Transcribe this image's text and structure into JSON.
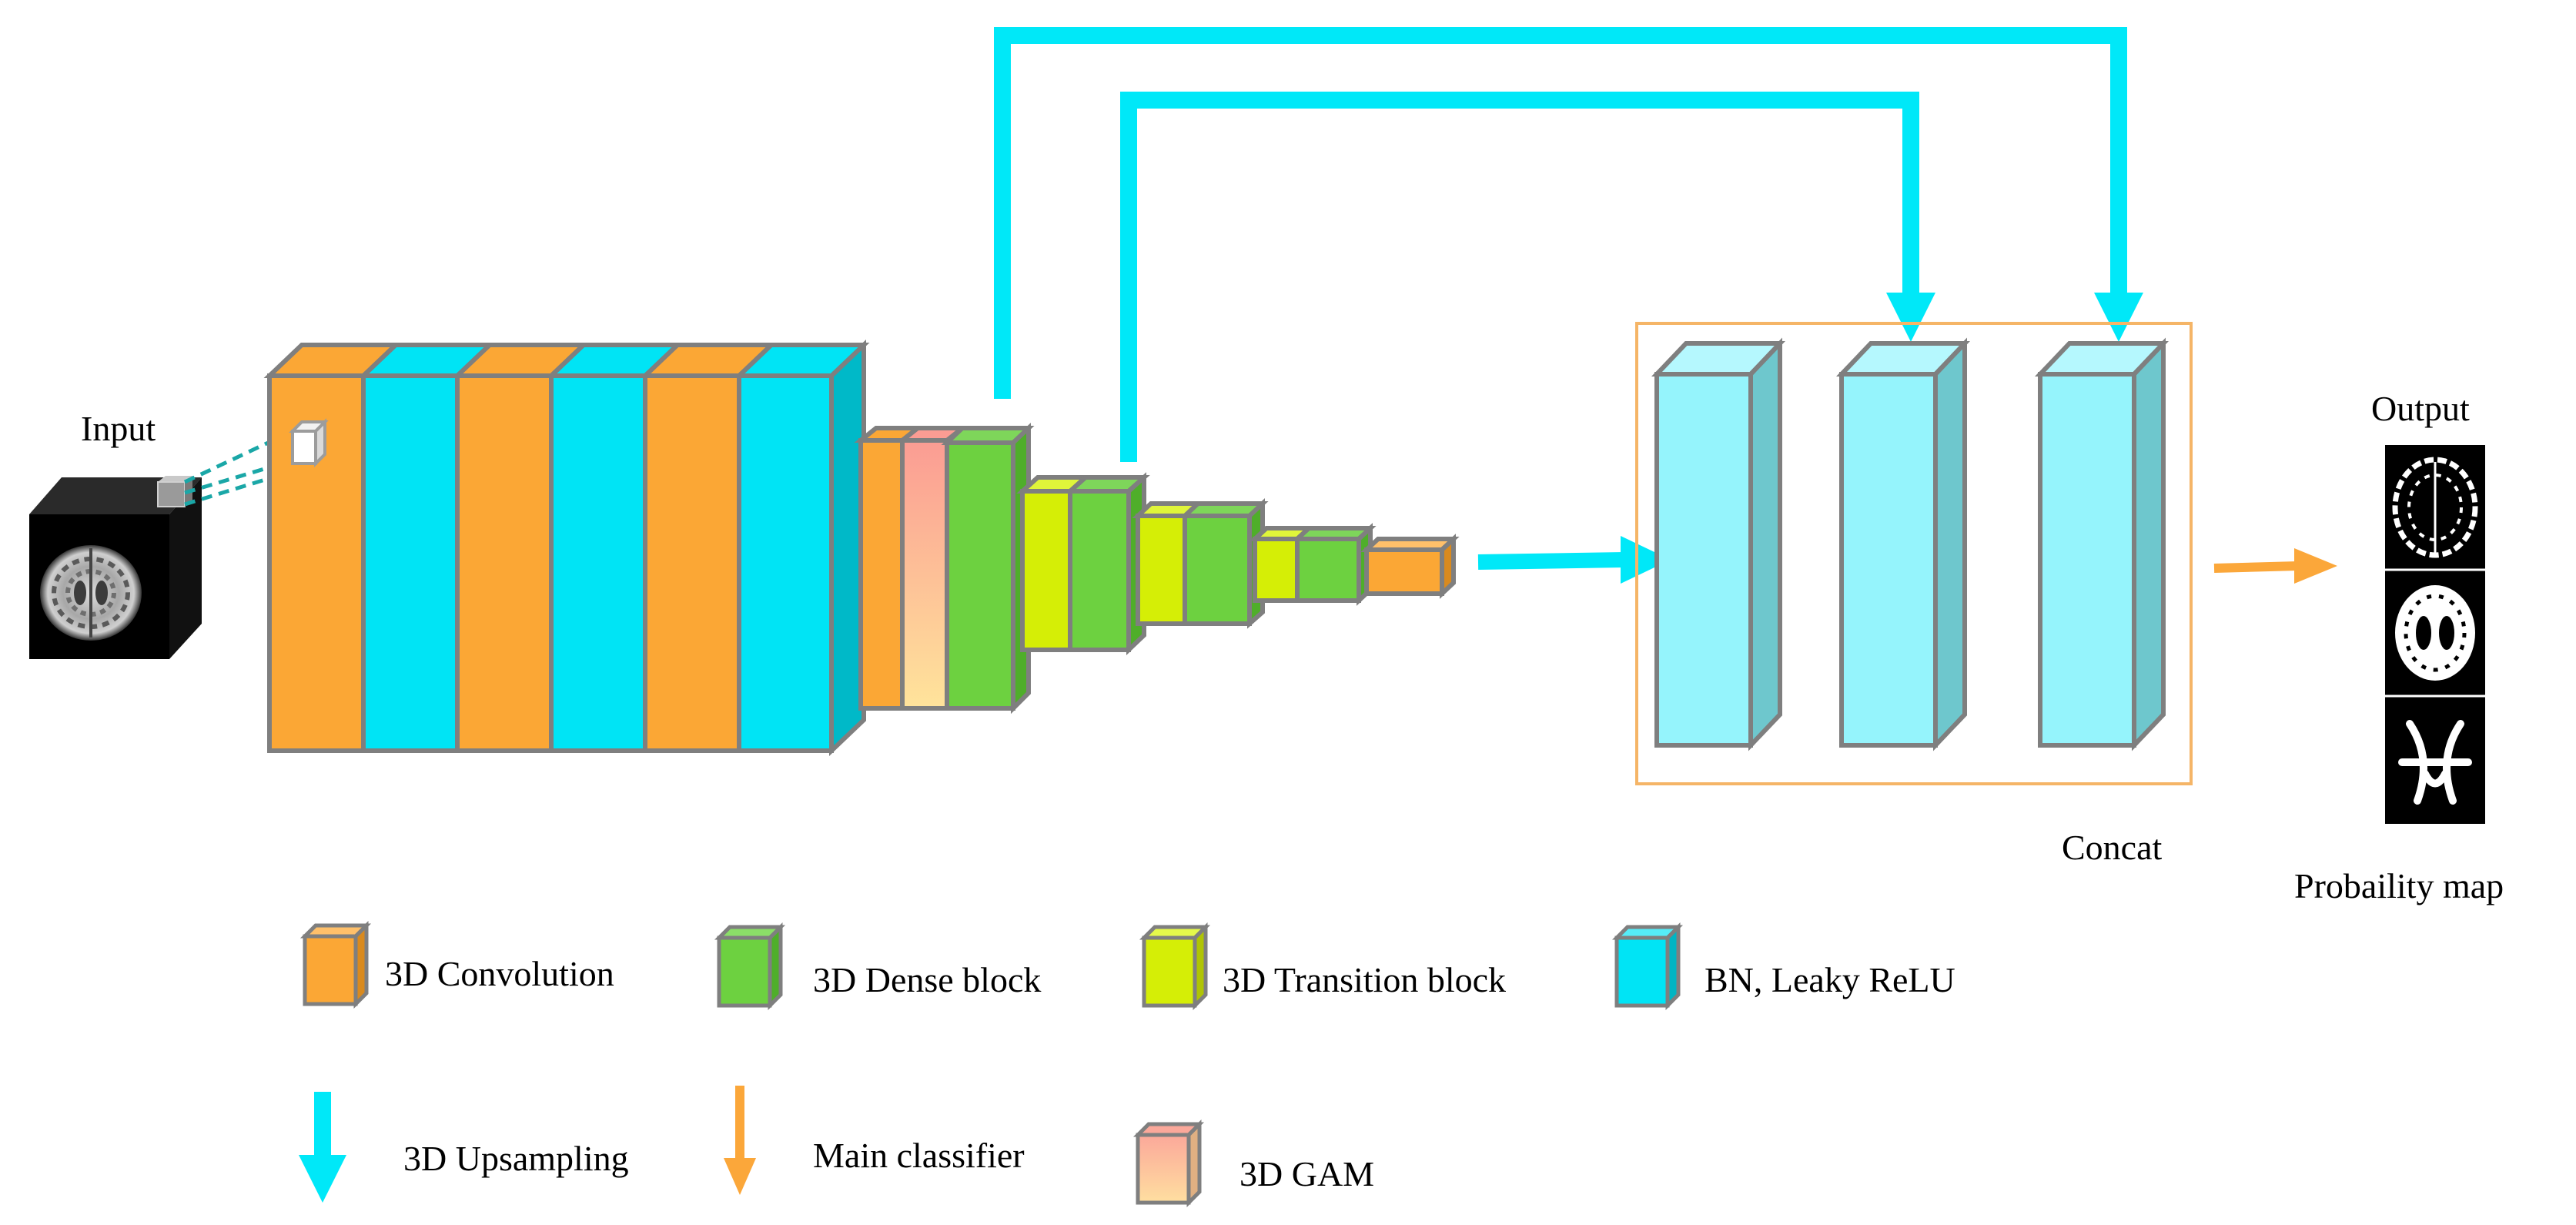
{
  "labels": {
    "input": "Input",
    "output": "Output",
    "concat": "Concat",
    "probability_map": "Probaility map"
  },
  "legend": {
    "conv": "3D Convolution",
    "dense": "3D Dense block",
    "transition": "3D Transition block",
    "bn_relu": "BN, Leaky ReLU",
    "upsampling": "3D Upsampling",
    "classifier": "Main classifier",
    "gam": "3D GAM"
  },
  "colors": {
    "conv": "#FBA735",
    "bn_relu": "#00E4F5",
    "dense": "#6DD140",
    "transition": "#D5EE06",
    "gam_top": "#FB9C93",
    "gam_bottom": "#FFE49B",
    "concat_block": "#95F4FC",
    "arrow_upsampling": "#00E8F8",
    "arrow_classifier": "#FBA73A",
    "concat_border": "#F5B567",
    "stroke": "#7F7F7F"
  }
}
